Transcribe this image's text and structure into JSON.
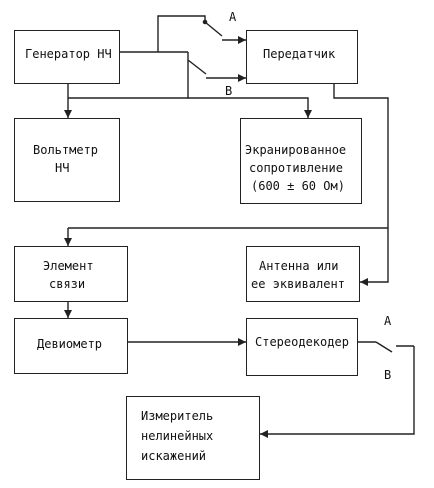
{
  "blocks": {
    "generator": {
      "lines": [
        "Генератор НЧ"
      ]
    },
    "transmitter": {
      "lines": [
        "Передатчик"
      ]
    },
    "voltmeter": {
      "lines": [
        "Вольтметр",
        "НЧ"
      ]
    },
    "shielded_resistance": {
      "lines": [
        "Экранированное",
        "сопротивление",
        "(600 ± 60 Ом)"
      ]
    },
    "coupling_element": {
      "lines": [
        "Элемент",
        "связи"
      ]
    },
    "antenna": {
      "lines": [
        "Антенна или",
        "ее эквивалент"
      ]
    },
    "deviometer": {
      "lines": [
        "Девиометр"
      ]
    },
    "stereodecoder": {
      "lines": [
        "Стереодекодер"
      ]
    },
    "distortion_meter": {
      "lines": [
        "Измеритель",
        "нелинейных",
        "искажений"
      ]
    }
  },
  "switch_labels": {
    "top_a": "A",
    "top_b": "B",
    "bottom_a": "A",
    "bottom_b": "B"
  }
}
